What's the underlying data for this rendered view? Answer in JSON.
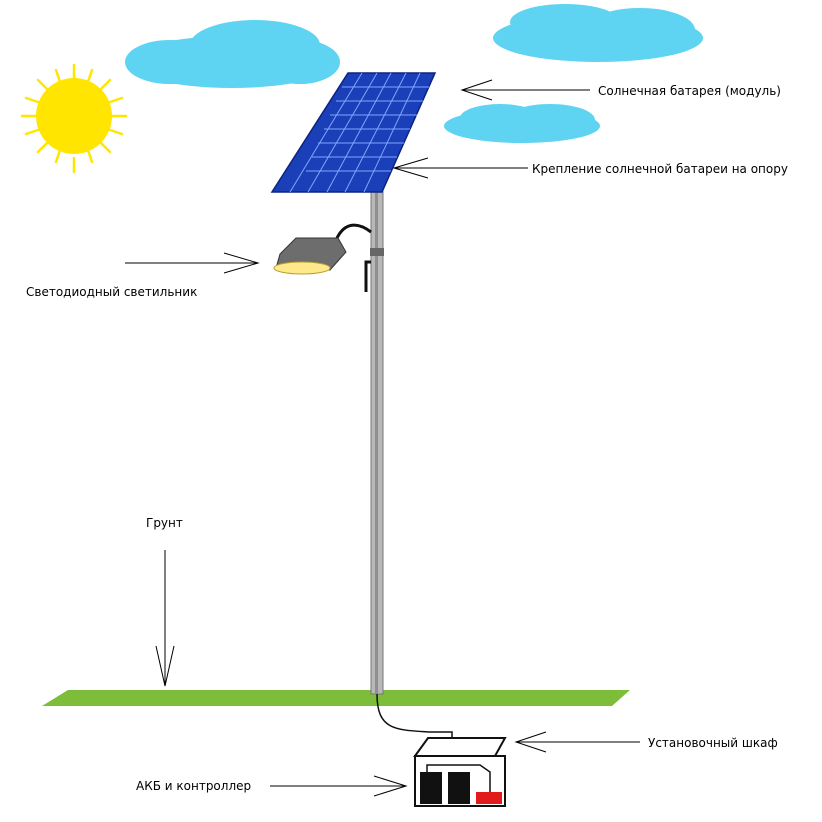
{
  "labels": {
    "solar_panel": "Солнечная батарея (модуль)",
    "panel_mount": "Крепление солнечной батареи на опору",
    "led_lamp": "Светодиодный светильник",
    "ground": "Грунт",
    "cabinet": "Установочный шкаф",
    "battery_controller": "АКБ и контроллер"
  },
  "colors": {
    "sky_cloud": "#5fd3f2",
    "sun": "#ffe500",
    "panel": "#1a3fb8",
    "grid_line": "#7fa6ff",
    "ground": "#7dbd3a",
    "pole": "#a9a9a9",
    "lamp": "#6d6d6d",
    "lamp_glow": "#ffe98a",
    "controller": "#e11b1b"
  }
}
